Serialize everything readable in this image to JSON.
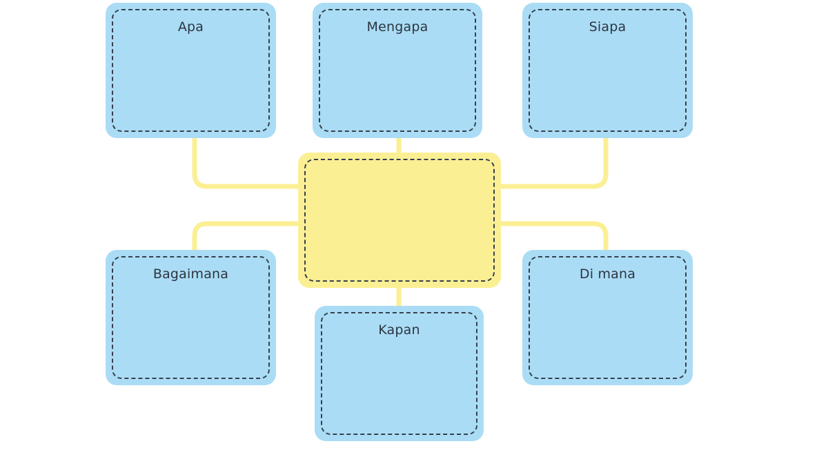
{
  "diagram": {
    "center_box": {
      "label": ""
    },
    "question_boxes": [
      {
        "id": "apa",
        "label": "Apa"
      },
      {
        "id": "mengapa",
        "label": "Mengapa"
      },
      {
        "id": "siapa",
        "label": "Siapa"
      },
      {
        "id": "bagaimana",
        "label": "Bagaimana"
      },
      {
        "id": "kapan",
        "label": "Kapan"
      },
      {
        "id": "dimana",
        "label": "Di mana"
      }
    ]
  },
  "colors": {
    "question_box_fill": "#abdcf5",
    "center_box_fill": "#fbef94",
    "connector_line": "#fbef94",
    "dashed_border": "#34404c",
    "label_text": "#2c3540"
  }
}
